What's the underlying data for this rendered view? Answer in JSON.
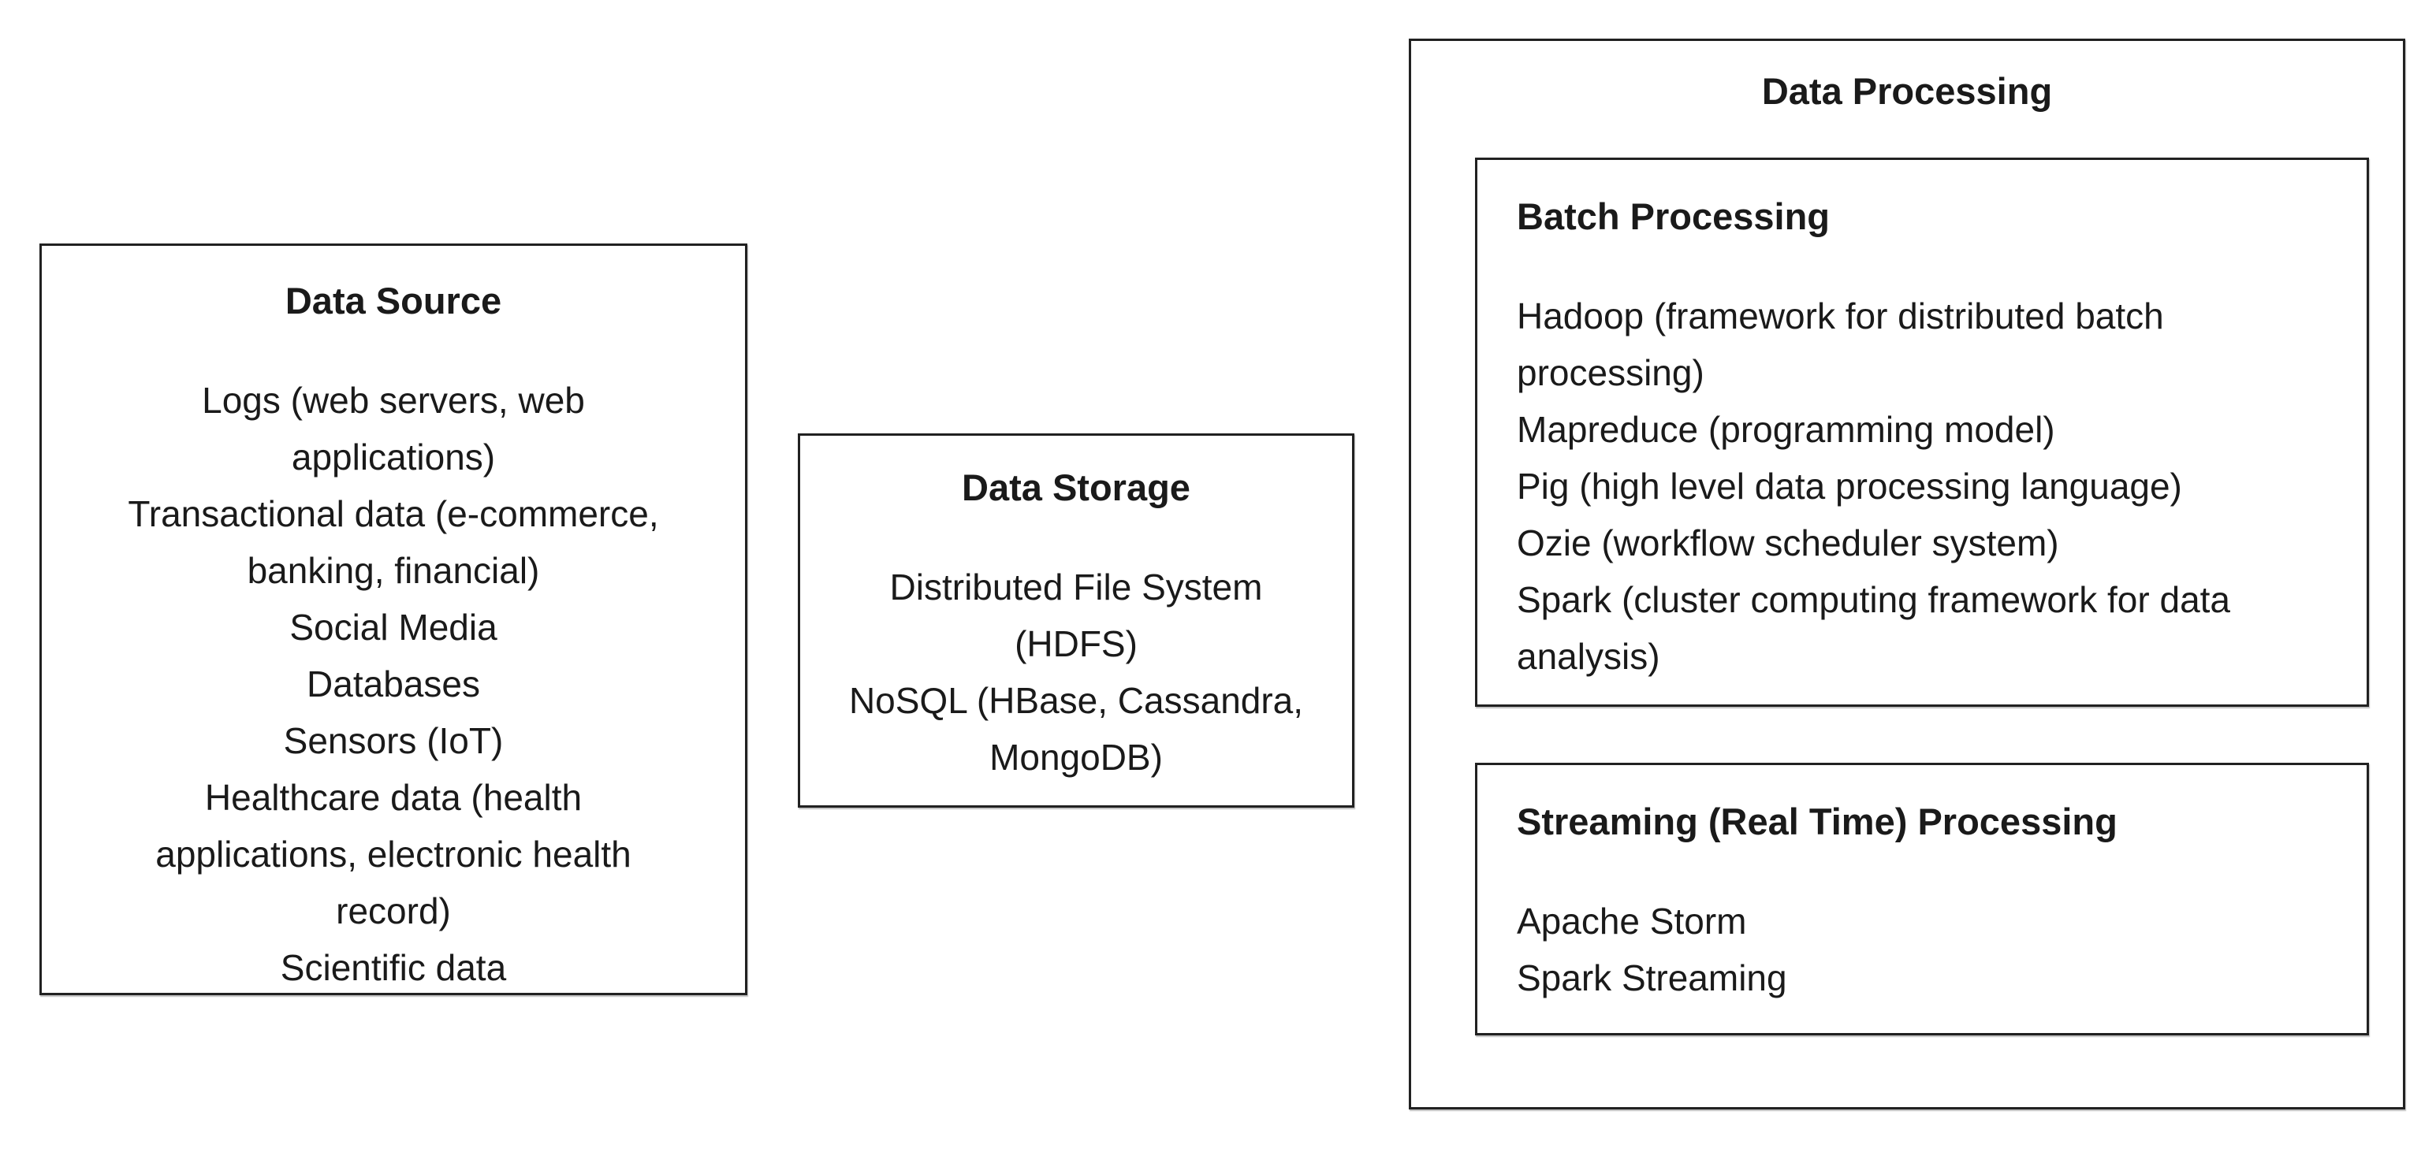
{
  "colors": {
    "background": "#ffffff",
    "border": "#212121",
    "text": "#1a1a1a"
  },
  "data_source": {
    "title": "Data Source",
    "items": [
      "Logs (web servers, web applications)",
      "Transactional data (e-commerce, banking, financial)",
      "Social Media",
      "Databases",
      "Sensors (IoT)",
      "Healthcare data (health applications, electronic health record)",
      "Scientific data"
    ]
  },
  "data_storage": {
    "title": "Data Storage",
    "items": [
      "Distributed File System (HDFS)",
      "NoSQL (HBase, Cassandra, MongoDB)"
    ]
  },
  "data_processing": {
    "title": "Data Processing",
    "batch": {
      "title": "Batch Processing",
      "items": [
        "Hadoop (framework for distributed batch processing)",
        "Mapreduce (programming model)",
        "Pig (high level data processing language)",
        "Ozie (workflow scheduler system)",
        "Spark (cluster computing framework for data analysis)"
      ]
    },
    "streaming": {
      "title": "Streaming (Real Time) Processing",
      "items": [
        "Apache Storm",
        "Spark Streaming"
      ]
    }
  }
}
